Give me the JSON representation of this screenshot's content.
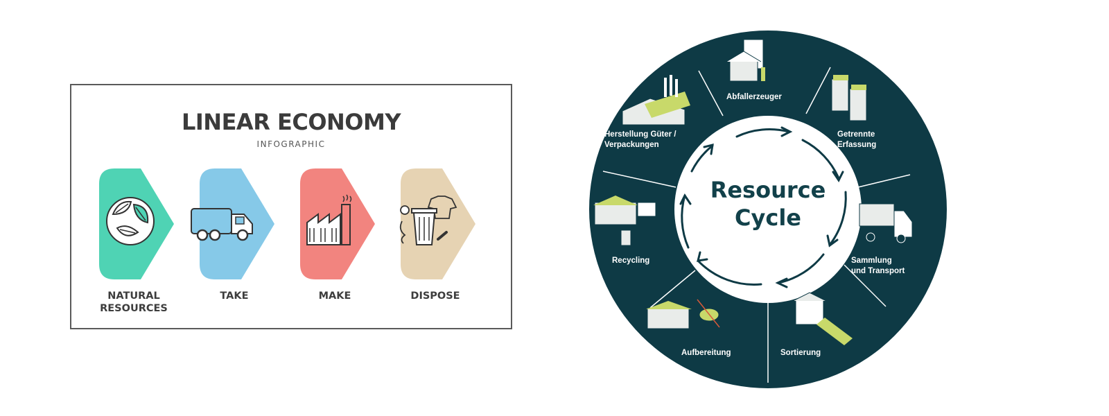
{
  "linear": {
    "title": "LINEAR ECONOMY",
    "subtitle": "INFOGRAPHIC",
    "stages": [
      {
        "label_line1": "NATURAL",
        "label_line2": "RESOURCES",
        "color": "#4fd3b4",
        "icon": "leaves-icon"
      },
      {
        "label_line1": "TAKE",
        "label_line2": "",
        "color": "#86c9e8",
        "icon": "truck-icon"
      },
      {
        "label_line1": "MAKE",
        "label_line2": "",
        "color": "#f2847f",
        "icon": "factory-icon"
      },
      {
        "label_line1": "DISPOSE",
        "label_line2": "",
        "color": "#e6d3b3",
        "icon": "trash-icon"
      }
    ]
  },
  "cycle": {
    "center_line1": "Resource",
    "center_line2": "Cycle",
    "ring_color": "#0e3a45",
    "inner_color": "#ffffff",
    "accent": "#c8d96a",
    "segments": [
      {
        "line1": "Abfallerzeuger",
        "line2": "",
        "icon": "house-icon"
      },
      {
        "line1": "Getrennte",
        "line2": "Erfassung",
        "icon": "waste-bins-icon"
      },
      {
        "line1": "Sammlung",
        "line2": "und Transport",
        "icon": "garbage-truck-icon"
      },
      {
        "line1": "Sortierung",
        "line2": "",
        "icon": "sorting-plant-icon"
      },
      {
        "line1": "Aufbereitung",
        "line2": "",
        "icon": "processing-plant-icon"
      },
      {
        "line1": "Recycling",
        "line2": "",
        "icon": "recycling-plant-icon"
      },
      {
        "line1": "Herstellung Güter /",
        "line2": "Verpackungen",
        "icon": "factory-icon"
      }
    ]
  }
}
